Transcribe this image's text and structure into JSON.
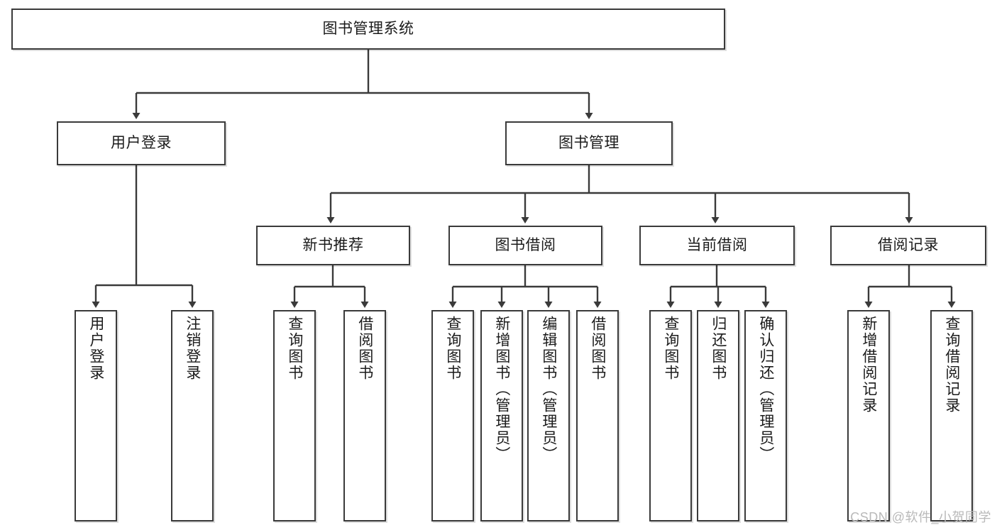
{
  "diagram": {
    "title": "图书管理系统",
    "type": "hierarchy-tree",
    "watermark": "CSDN @软件_小贺同学",
    "colors": {
      "border": "#3a3a3a",
      "background": "#ffffff",
      "text": "#1b1b1b",
      "watermark": "#b9b9b9"
    },
    "nodes": {
      "root": {
        "label": "图书管理系统",
        "level": 1,
        "orientation": "horizontal"
      },
      "l2_user_login": {
        "label": "用户登录",
        "level": 2,
        "orientation": "horizontal"
      },
      "l2_book_manage": {
        "label": "图书管理",
        "level": 2,
        "orientation": "horizontal"
      },
      "l3_new_book_rec": {
        "label": "新书推荐",
        "level": 3,
        "orientation": "horizontal"
      },
      "l3_book_borrow": {
        "label": "图书借阅",
        "level": 3,
        "orientation": "horizontal"
      },
      "l3_current_borrow": {
        "label": "当前借阅",
        "level": 3,
        "orientation": "horizontal"
      },
      "l3_borrow_record": {
        "label": "借阅记录",
        "level": 3,
        "orientation": "horizontal"
      },
      "leaf_user_login": {
        "label": "用户登录",
        "level": 4,
        "orientation": "vertical",
        "parent": "用户登录"
      },
      "leaf_logout": {
        "label": "注销登录",
        "level": 4,
        "orientation": "vertical",
        "parent": "用户登录"
      },
      "leaf_query_book_a": {
        "label": "查询图书",
        "level": 4,
        "orientation": "vertical",
        "parent": "新书推荐"
      },
      "leaf_borrow_book_a": {
        "label": "借阅图书",
        "level": 4,
        "orientation": "vertical",
        "parent": "新书推荐"
      },
      "leaf_query_book_b": {
        "label": "查询图书",
        "level": 4,
        "orientation": "vertical",
        "parent": "图书借阅"
      },
      "leaf_add_book": {
        "label": "新增图书（管理员）",
        "level": 4,
        "orientation": "vertical",
        "parent": "图书借阅"
      },
      "leaf_edit_book": {
        "label": "编辑图书（管理员）",
        "level": 4,
        "orientation": "vertical",
        "parent": "图书借阅"
      },
      "leaf_borrow_book_b": {
        "label": "借阅图书",
        "level": 4,
        "orientation": "vertical",
        "parent": "图书借阅"
      },
      "leaf_query_book_c": {
        "label": "查询图书",
        "level": 4,
        "orientation": "vertical",
        "parent": "当前借阅"
      },
      "leaf_return_book": {
        "label": "归还图书",
        "level": 4,
        "orientation": "vertical",
        "parent": "当前借阅"
      },
      "leaf_confirm_return": {
        "label": "确认归还（管理员）",
        "level": 4,
        "orientation": "vertical",
        "parent": "当前借阅"
      },
      "leaf_add_record": {
        "label": "新增借阅记录",
        "level": 4,
        "orientation": "vertical",
        "parent": "借阅记录"
      },
      "leaf_query_record": {
        "label": "查询借阅记录",
        "level": 4,
        "orientation": "vertical",
        "parent": "借阅记录"
      }
    }
  }
}
